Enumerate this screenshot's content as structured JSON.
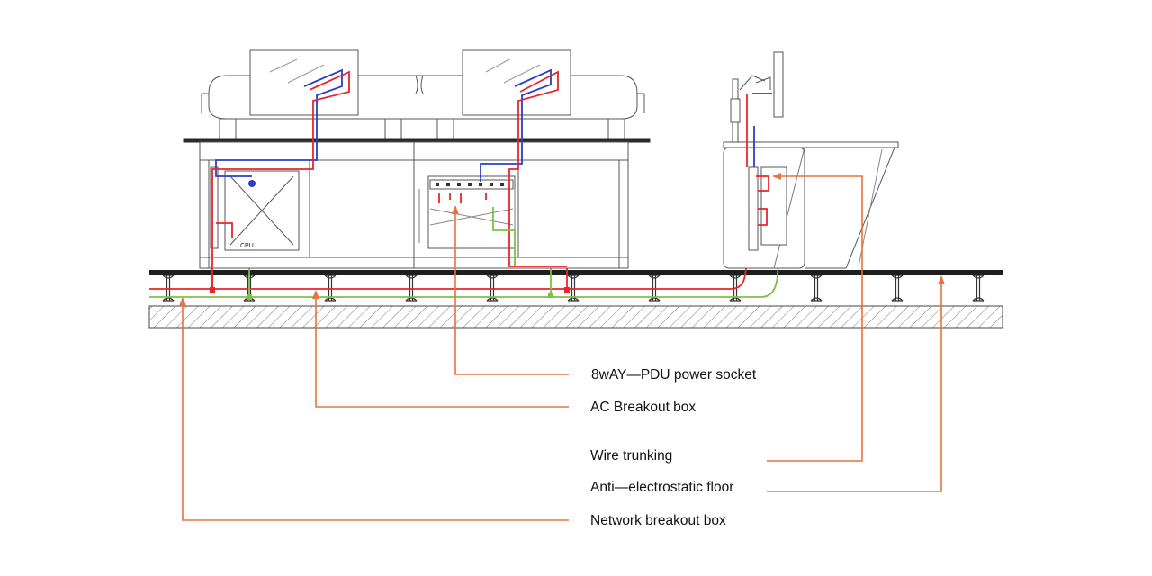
{
  "colors": {
    "power": "#e8262b",
    "signal": "#2a3fc4",
    "ground": "#7cc242",
    "leader": "#e9713f",
    "outline": "#444444"
  },
  "equipment": {
    "cpu_label": "CPU"
  },
  "callouts": {
    "pdu": "8wAY—PDU power socket",
    "ac_box": "AC Breakout box",
    "trunking": "Wire trunking",
    "floor": "Anti—electrostatic floor",
    "network_box": "Network breakout box"
  }
}
